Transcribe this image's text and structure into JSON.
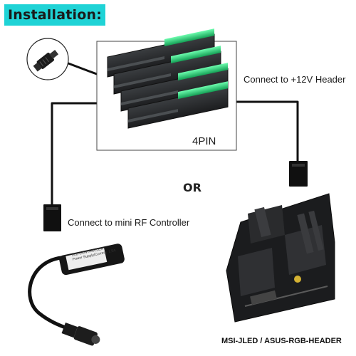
{
  "title": "Installation:",
  "labels": {
    "header_12v": "Connect to +12V Header",
    "pin_count": "4PIN",
    "or": "OR",
    "rf_controller": "Connect to mini RF Controller",
    "mb_header": "MSI-JLED / ASUS-RGB-HEADER"
  },
  "controller_box": {
    "line1": "LED CONTROLLER",
    "line2": "Power Supply/Current: 1.5A"
  },
  "colors": {
    "title_bg": "#1fd3d6",
    "led_green": "#1ecc6e",
    "cable": "#111111",
    "heatsink": "#2d2f31"
  },
  "icons": [
    "connector-plug-icon",
    "ram-heatsink-icon",
    "connector-female-icon",
    "rf-controller-icon",
    "motherboard-icon"
  ]
}
